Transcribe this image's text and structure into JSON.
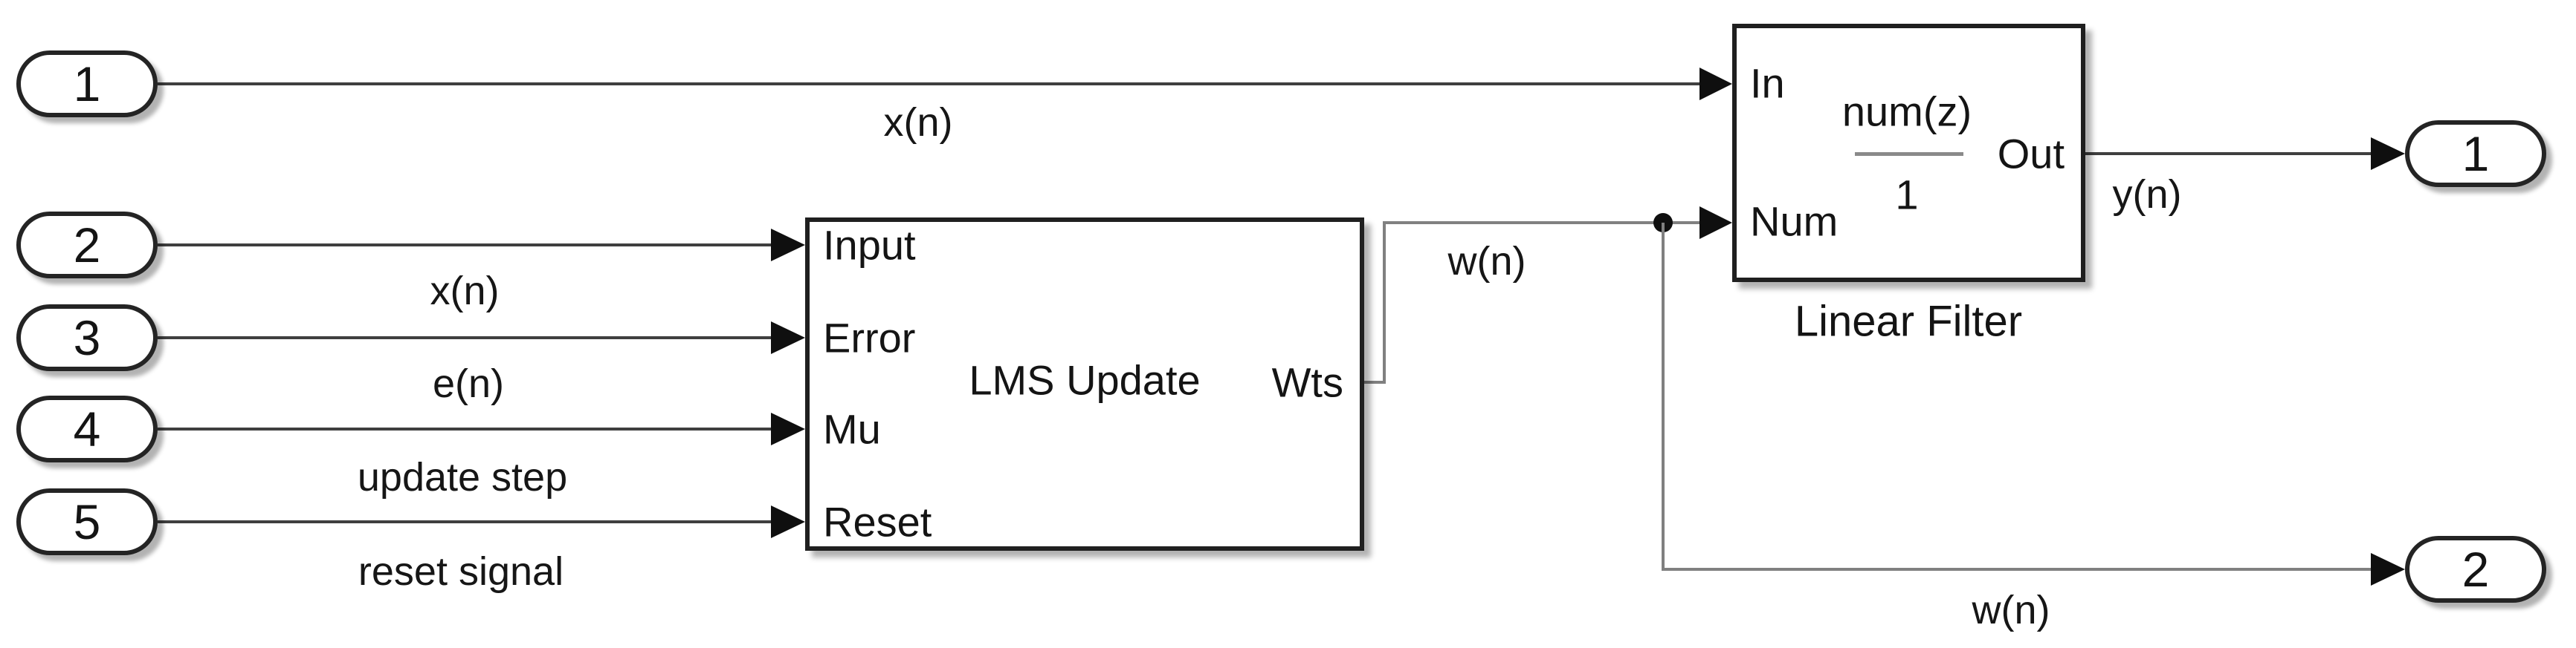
{
  "diagram": {
    "type": "simulink-block-diagram",
    "background_color": "#ffffff",
    "wire_color": "#3f3f3f",
    "branch_wire_color": "#808080",
    "block_border_color": "#1f1f1f",
    "text_color": "#141414"
  },
  "inports": [
    {
      "label": "1"
    },
    {
      "label": "2"
    },
    {
      "label": "3"
    },
    {
      "label": "4"
    },
    {
      "label": "5"
    }
  ],
  "outports": [
    {
      "label": "1"
    },
    {
      "label": "2"
    }
  ],
  "blocks": {
    "lms_update": {
      "name": "LMS Update",
      "ports_in": [
        "Input",
        "Error",
        "Mu",
        "Reset"
      ],
      "port_out": "Wts"
    },
    "linear_filter": {
      "caption": "Linear Filter",
      "port_in_top": "In",
      "port_in_bottom": "Num",
      "port_out": "Out",
      "tf_numerator": "num(z)",
      "tf_denominator": "1"
    }
  },
  "signal_labels": {
    "x_n_top": "x(n)",
    "x_n_left": "x(n)",
    "e_n": "e(n)",
    "update_step": "update step",
    "reset_signal": "reset signal",
    "w_n_mid": "w(n)",
    "y_n": "y(n)",
    "w_n_bottom": "w(n)"
  }
}
